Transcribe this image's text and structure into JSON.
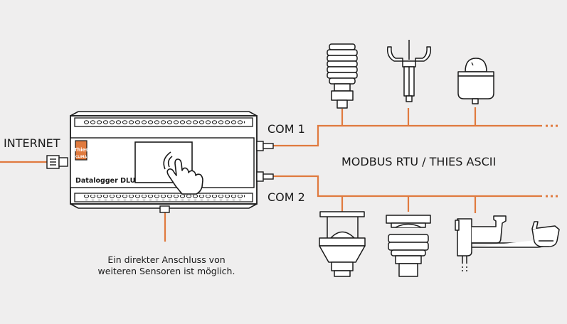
{
  "labels": {
    "internet": "INTERNET",
    "com1": "COM 1",
    "com2": "COM 2",
    "protocol": "MODBUS RTU / THIES ASCII",
    "logger_name": "Datalogger DLU",
    "brand_line1": "Thies",
    "brand_line2": "CLIMA",
    "note_line1": "Ein direkter Anschluss von",
    "note_line2": "weiteren Sensoren ist möglich."
  },
  "colors": {
    "accent": "#e07a3e",
    "ink": "#1a1a1a",
    "background": "#efeeee",
    "device_fill": "#ffffff"
  },
  "icons": {
    "touch": "hand-pointer-icon",
    "ethernet": "rj45-plug-icon",
    "sensors_top": [
      "radiation-shield-sensor-icon",
      "wind-anemometer-icon",
      "dome-sensor-icon"
    ],
    "sensors_bottom": [
      "ultrasonic-sensor-icon",
      "precipitation-sensor-icon",
      "pyranometer-arm-icon",
      "wiper-arm-sensor-icon"
    ]
  }
}
